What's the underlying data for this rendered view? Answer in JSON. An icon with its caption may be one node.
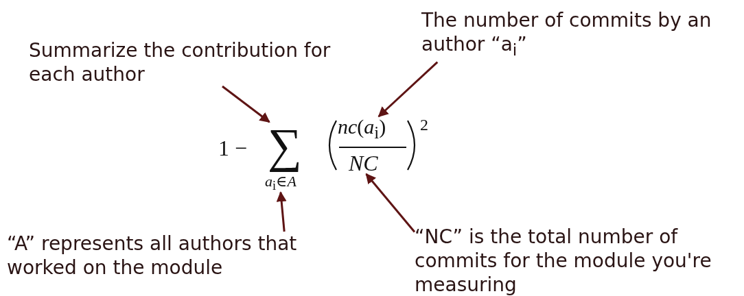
{
  "diagram": {
    "nodes": [
      {
        "text": [
          "Summarize the contribution for each author"
        ]
      },
      {
        "text": [
          "The number of commits by an author “a$_{i}$”"
        ]
      },
      {
        "text": [
          "“A” represents all authors that worked on the module"
        ]
      },
      {
        "text": [
          "“NC” is the total number of commits for the module you're measuring"
        ]
      },
      {
        "text": [
          "∑"
        ]
      },
      {
        "text": [
          "*nc*(*a*$_{i}$)"
        ]
      },
      {
        "text": [
          "*a*$_{i}$∈*A*"
        ]
      },
      {
        "text": [
          "NC"
        ]
      }
    ],
    "edges": [
      {
        "from": 0,
        "to": 4,
        "arrow": "to"
      },
      {
        "from": 1,
        "to": 5,
        "arrow": "to"
      },
      {
        "from": 2,
        "to": 6,
        "arrow": "to"
      },
      {
        "from": 3,
        "to": 7,
        "arrow": "to"
      }
    ],
    "labels": [
      "1 −",
      "2"
    ]
  }
}
